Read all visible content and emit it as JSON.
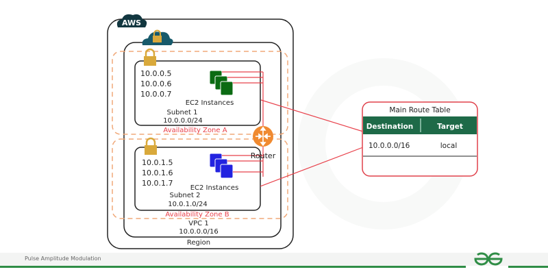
{
  "diagram": {
    "aws_label": "AWS",
    "region_label": "Region",
    "vpc": {
      "name": "VPC 1",
      "cidr": "10.0.0.0/16"
    },
    "availability_zones": [
      {
        "label": "Availability Zone A",
        "subnet": {
          "name": "Subnet 1",
          "cidr": "10.0.0.0/24",
          "ips": [
            "10.0.0.5",
            "10.0.0.6",
            "10.0.0.7"
          ],
          "instances_label": "EC2 Instances",
          "instance_color": "#0b6b13"
        }
      },
      {
        "label": "Availability Zone B",
        "subnet": {
          "name": "Subnet 2",
          "cidr": "10.0.1.0/24",
          "ips": [
            "10.0.1.5",
            "10.0.1.6",
            "10.0.1.7"
          ],
          "instances_label": "EC2 Instances",
          "instance_color": "#2323e0"
        }
      }
    ],
    "router_label": "Router",
    "route_table": {
      "title": "Main Route Table",
      "headers": [
        "Destination",
        "Target"
      ],
      "rows": [
        [
          "10.0.0.0/16",
          "local"
        ]
      ]
    },
    "colors": {
      "aws_cloud": "#123740",
      "vpc_cloud": "#175a6b",
      "lock": "#d9a93b",
      "az_border": "#f0a878",
      "az_label": "#e8404a",
      "connector": "#e8404a",
      "router": "#f08a30",
      "table_header": "#1e6a48",
      "table_border": "#e0404a"
    }
  },
  "footer": {
    "caption": "Pulse Amplitude Modulation",
    "logo": "GfG"
  }
}
